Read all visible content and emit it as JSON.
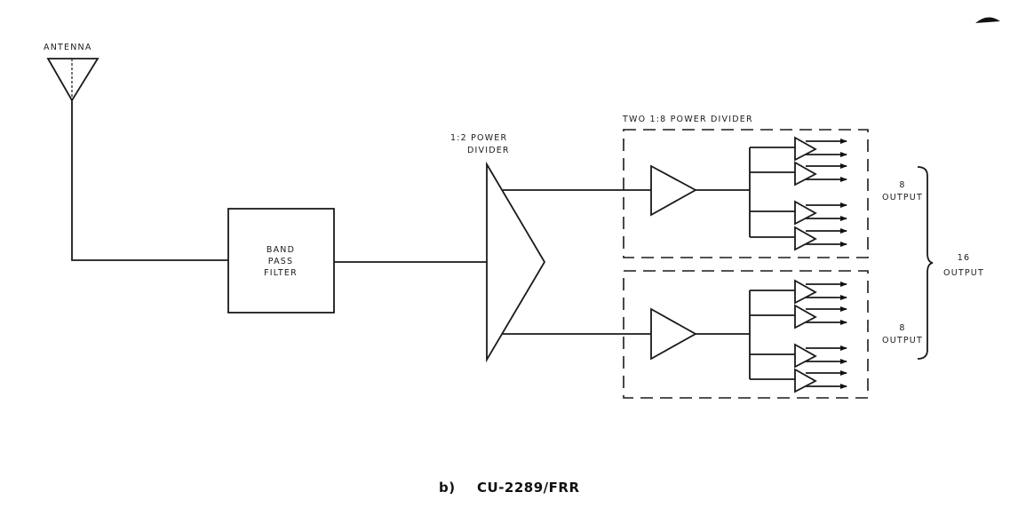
{
  "diagram": {
    "type": "block-diagram",
    "caption": {
      "letter": "b)",
      "title": "CU-2289/FRR"
    },
    "blocks": {
      "antenna": {
        "label": "ANTENNA"
      },
      "band_pass_filter": {
        "lines": [
          "BAND",
          "PASS",
          "FILTER"
        ]
      },
      "power_divider_1_2": {
        "lines": [
          "1:2 POWER",
          "DIVIDER"
        ]
      },
      "power_divider_1_8_group": {
        "label": "TWO 1:8 POWER DIVIDER",
        "count": 2
      }
    },
    "outputs": {
      "upper": {
        "count": "8",
        "label": "OUTPUT"
      },
      "lower": {
        "count": "8",
        "label": "OUTPUT"
      },
      "total": {
        "count": "16",
        "label": "OUTPUT"
      }
    },
    "connections": [
      [
        "antenna",
        "band_pass_filter"
      ],
      [
        "band_pass_filter",
        "power_divider_1_2"
      ],
      [
        "power_divider_1_2",
        "power_divider_1_8_upper"
      ],
      [
        "power_divider_1_2",
        "power_divider_1_8_lower"
      ]
    ]
  }
}
